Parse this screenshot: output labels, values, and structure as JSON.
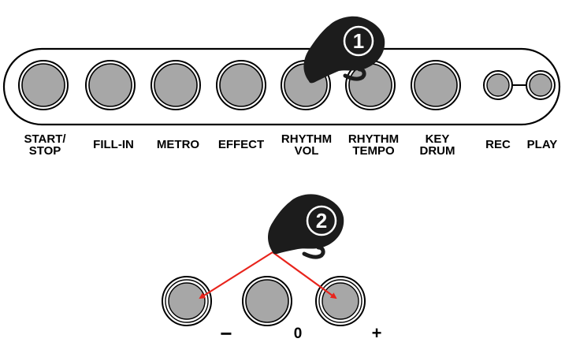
{
  "colors": {
    "button_fill": "#a7a7a7",
    "outline": "#000000",
    "arrow": "#e8241c",
    "hand": "#1c1c1c",
    "step_badge_text": "#ffffff"
  },
  "panel": {
    "buttons": [
      {
        "line1": "START/",
        "line2": "STOP"
      },
      {
        "line1": "FILL-IN",
        "line2": ""
      },
      {
        "line1": "METRO",
        "line2": ""
      },
      {
        "line1": "EFFECT",
        "line2": ""
      },
      {
        "line1": "RHYTHM",
        "line2": "VOL"
      },
      {
        "line1": "RHYTHM",
        "line2": "TEMPO"
      },
      {
        "line1": "KEY",
        "line2": "DRUM"
      },
      {
        "line1": "REC",
        "line2": ""
      },
      {
        "line1": "PLAY",
        "line2": ""
      }
    ]
  },
  "steps": {
    "step1": "1",
    "step2": "2"
  },
  "adjust": {
    "minus": "−",
    "zero": "0",
    "plus": "+"
  },
  "icons": [
    "pointing-hand-icon",
    "arrow-icon"
  ]
}
